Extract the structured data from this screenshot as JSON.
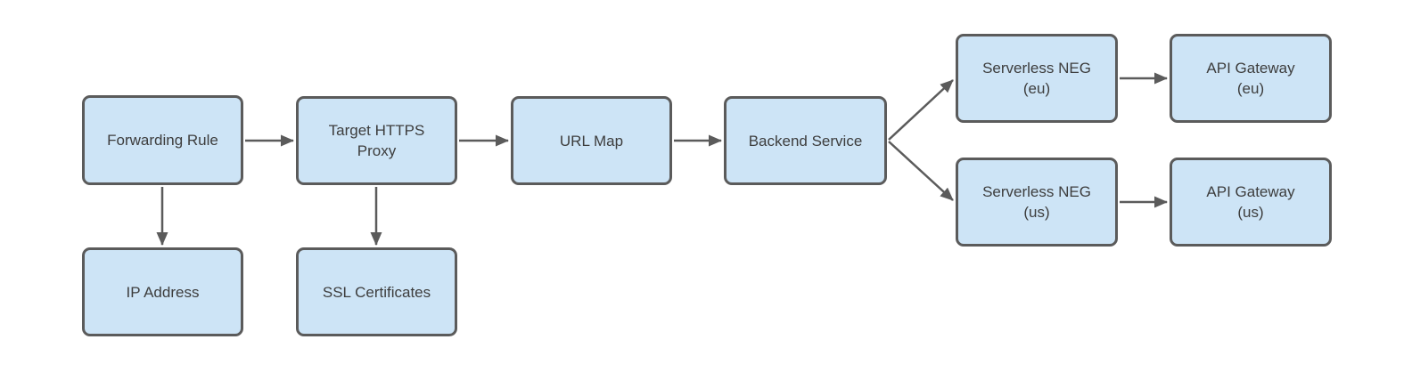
{
  "colors": {
    "node_fill": "#cde4f6",
    "node_border": "#5b5b5b",
    "connector": "#5b5b5b",
    "text": "#3d3d3d",
    "background": "#ffffff"
  },
  "nodes": [
    {
      "id": "forwarding-rule",
      "label": "Forwarding Rule",
      "lines": [
        "Forwarding Rule"
      ]
    },
    {
      "id": "target-https-proxy",
      "label": "Target HTTPS Proxy",
      "lines": [
        "Target HTTPS",
        "Proxy"
      ]
    },
    {
      "id": "url-map",
      "label": "URL Map",
      "lines": [
        "URL Map"
      ]
    },
    {
      "id": "backend-service",
      "label": "Backend Service",
      "lines": [
        "Backend Service"
      ]
    },
    {
      "id": "serverless-neg-eu",
      "label": "Serverless NEG (eu)",
      "lines": [
        "Serverless NEG",
        "(eu)"
      ]
    },
    {
      "id": "api-gateway-eu",
      "label": "API Gateway (eu)",
      "lines": [
        "API Gateway",
        "(eu)"
      ]
    },
    {
      "id": "serverless-neg-us",
      "label": "Serverless NEG (us)",
      "lines": [
        "Serverless NEG",
        "(us)"
      ]
    },
    {
      "id": "api-gateway-us",
      "label": "API Gateway (us)",
      "lines": [
        "API Gateway",
        "(us)"
      ]
    },
    {
      "id": "ip-address",
      "label": "IP Address",
      "lines": [
        "IP Address"
      ]
    },
    {
      "id": "ssl-certificates",
      "label": "SSL Certificates",
      "lines": [
        "SSL Certificates"
      ]
    }
  ],
  "edges": [
    {
      "from": "forwarding-rule",
      "to": "target-https-proxy"
    },
    {
      "from": "target-https-proxy",
      "to": "url-map"
    },
    {
      "from": "url-map",
      "to": "backend-service"
    },
    {
      "from": "backend-service",
      "to": "serverless-neg-eu"
    },
    {
      "from": "backend-service",
      "to": "serverless-neg-us"
    },
    {
      "from": "serverless-neg-eu",
      "to": "api-gateway-eu"
    },
    {
      "from": "serverless-neg-us",
      "to": "api-gateway-us"
    },
    {
      "from": "forwarding-rule",
      "to": "ip-address"
    },
    {
      "from": "target-https-proxy",
      "to": "ssl-certificates"
    }
  ]
}
